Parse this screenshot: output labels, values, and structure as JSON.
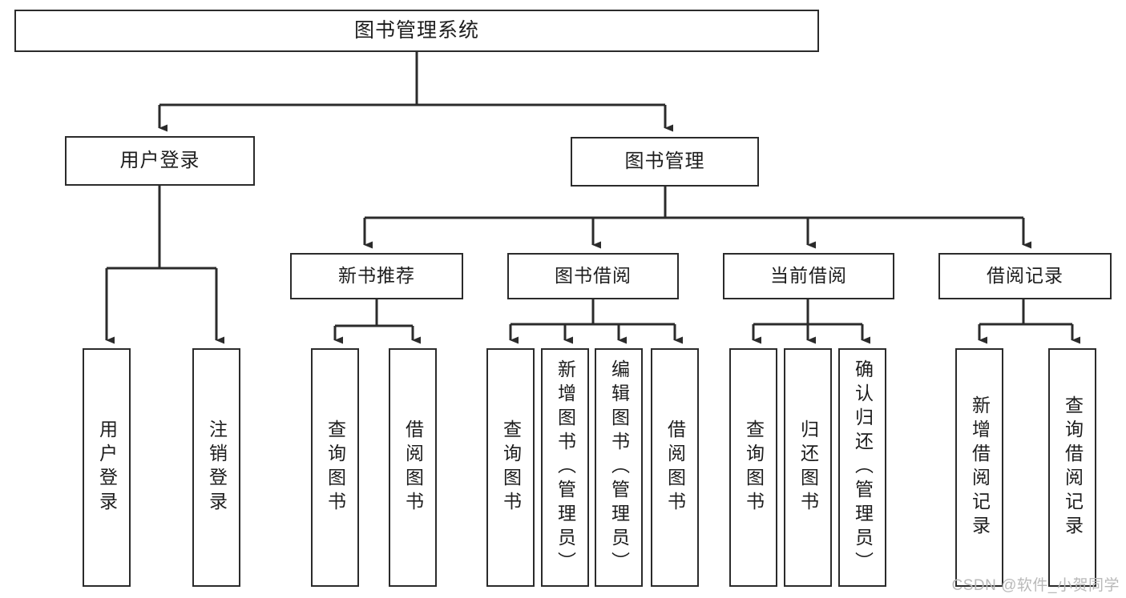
{
  "diagram": {
    "type": "tree",
    "title": "图书管理系统",
    "orientation": "top-down",
    "colors": {
      "node_border": "#2b2b2b",
      "node_fill": "#ffffff",
      "edge": "#2b2b2b",
      "text": "#1d1d1d",
      "watermark": "#b9b9b9",
      "background": "#ffffff"
    },
    "root": {
      "label": "图书管理系统"
    },
    "level2": [
      {
        "label": "用户登录"
      },
      {
        "label": "图书管理"
      }
    ],
    "level3": [
      {
        "label": "新书推荐"
      },
      {
        "label": "图书借阅"
      },
      {
        "label": "当前借阅"
      },
      {
        "label": "借阅记录"
      }
    ],
    "leaves": {
      "user_login": [
        {
          "label": "用户登录"
        },
        {
          "label": "注销登录"
        }
      ],
      "new_book_recommend": [
        {
          "label": "查询图书"
        },
        {
          "label": "借阅图书"
        }
      ],
      "book_borrow": [
        {
          "label": "查询图书"
        },
        {
          "label": "新增图书（管理员）"
        },
        {
          "label": "编辑图书（管理员）"
        },
        {
          "label": "借阅图书"
        }
      ],
      "current_borrow": [
        {
          "label": "查询图书"
        },
        {
          "label": "归还图书"
        },
        {
          "label": "确认归还（管理员）"
        }
      ],
      "borrow_record": [
        {
          "label": "新增借阅记录"
        },
        {
          "label": "查询借阅记录"
        }
      ]
    },
    "watermark": "CSDN @软件_小贺同学"
  }
}
